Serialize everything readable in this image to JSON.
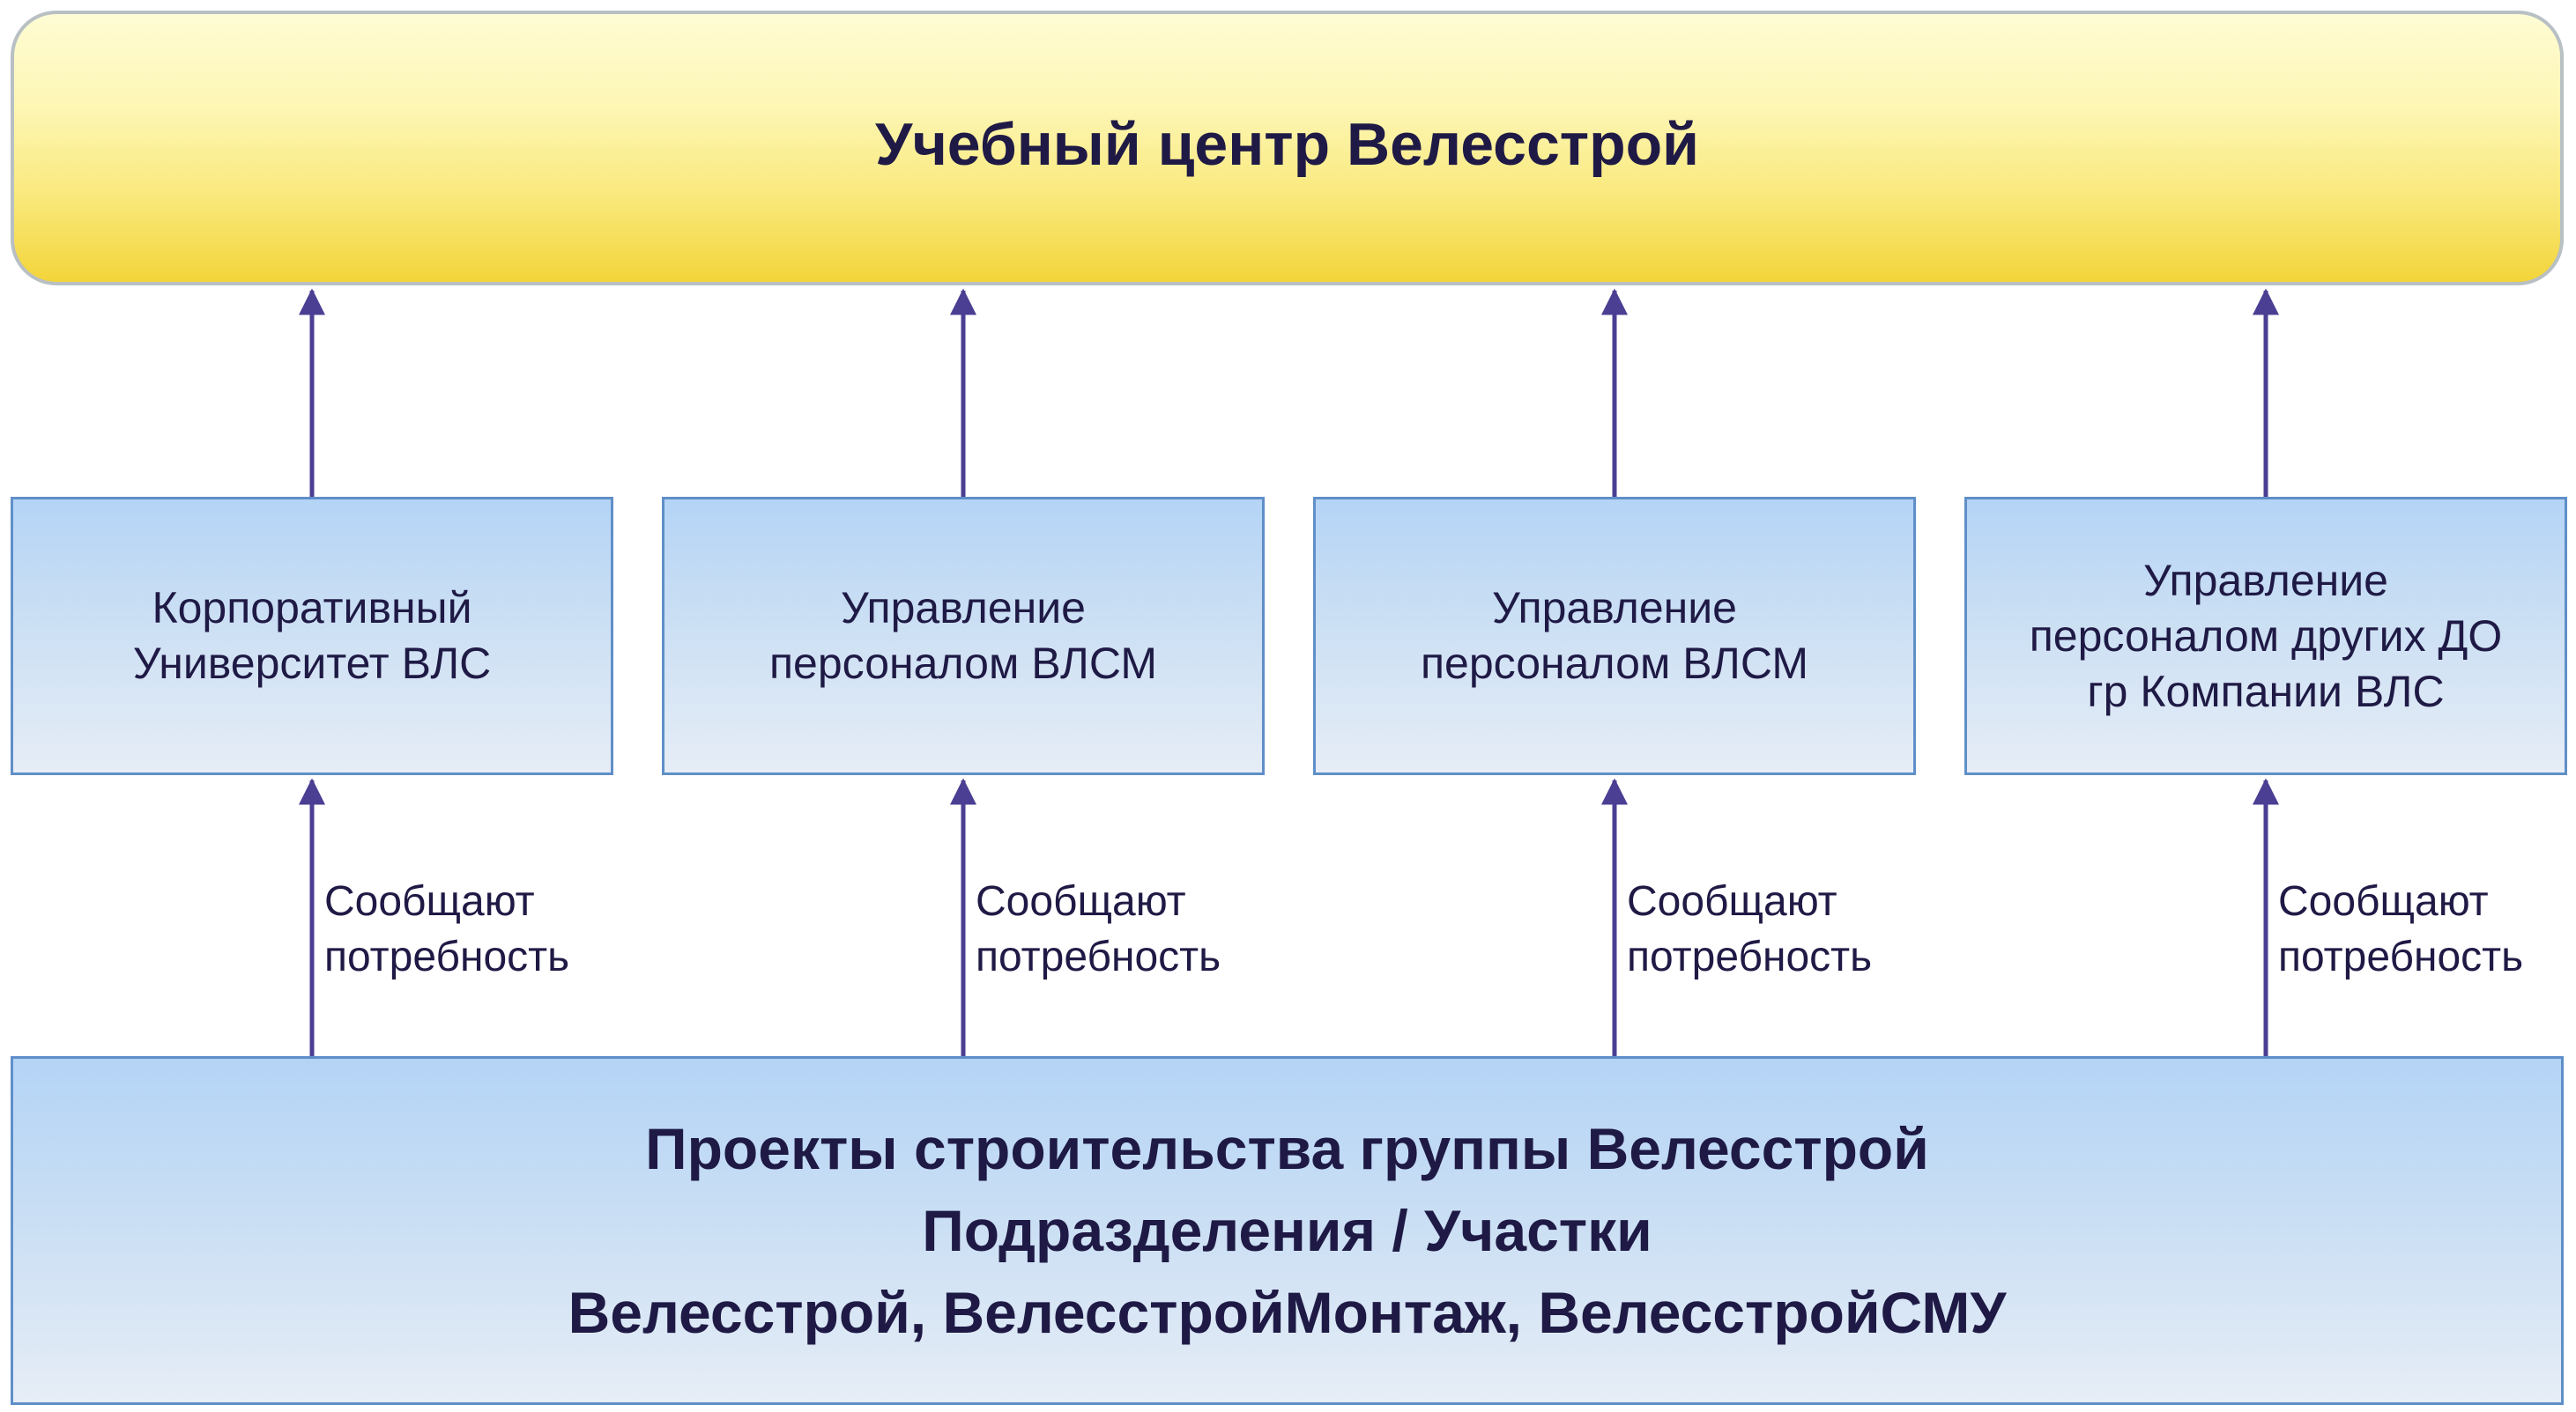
{
  "diagram": {
    "top_node": {
      "title": "Учебный центр Велесстрой"
    },
    "middle_nodes": [
      {
        "label": "Корпоративный\nУниверситет ВЛС"
      },
      {
        "label": "Управление\nперсоналом ВЛСМ"
      },
      {
        "label": "Управление\nперсоналом ВЛСМ"
      },
      {
        "label": "Управление\nперсоналом других ДО\nгр Компании ВЛС"
      }
    ],
    "bottom_node": {
      "lines": [
        "Проекты строительства группы Велесстрой",
        "Подразделения / Участки",
        "Велесстрой, ВелесстройМонтаж, ВелесстройСМУ"
      ]
    },
    "edge_labels": [
      {
        "line1": "Сообщают",
        "line2": "потребность"
      },
      {
        "line1": "Сообщают",
        "line2": "потребность"
      },
      {
        "line1": "Сообщают",
        "line2": "потребность"
      },
      {
        "line1": "Сообщают",
        "line2": "потребность"
      }
    ],
    "colors": {
      "arrow": "#4a3f93",
      "text": "#1f1a45",
      "top_fill_light": "#fefcd4",
      "top_fill_dark": "#f3d43a",
      "box_fill_light": "#e6edf6",
      "box_fill_dark": "#b4d4f6",
      "box_border": "#5f8fc8"
    }
  }
}
